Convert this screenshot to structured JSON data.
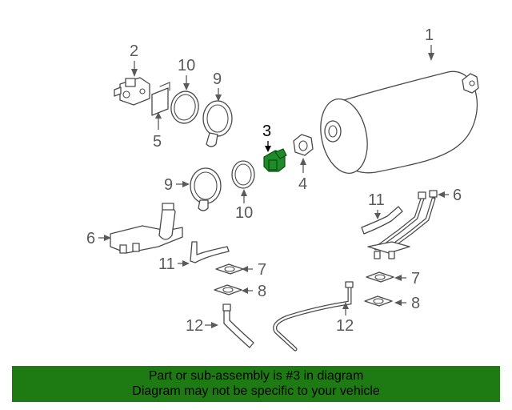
{
  "diagram": {
    "callouts": {
      "c1": "1",
      "c2": "2",
      "c3": "3",
      "c4": "4",
      "c5": "5",
      "c6a": "6",
      "c6b": "6",
      "c7a": "7",
      "c7b": "7",
      "c8a": "8",
      "c8b": "8",
      "c9a": "9",
      "c9b": "9",
      "c10a": "10",
      "c10b": "10",
      "c11a": "11",
      "c11b": "11",
      "c12a": "12",
      "c12b": "12"
    },
    "highlight_color": "#1f8a2a"
  },
  "banner": {
    "line1": "Part or sub-assembly is #3 in diagram",
    "line2": "Diagram may not be specific to your vehicle",
    "background": "#1e7a12"
  }
}
